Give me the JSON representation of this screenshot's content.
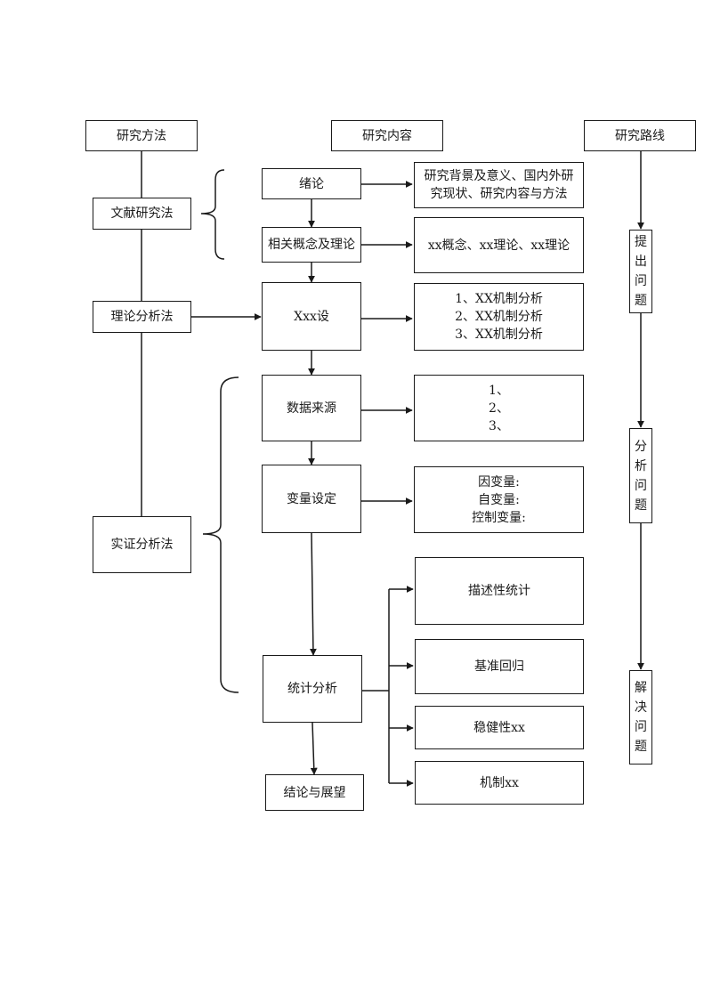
{
  "headers": {
    "methods": "研究方法",
    "content": "研究内容",
    "route": "研究路线"
  },
  "methods": {
    "literature": "文献研究法",
    "theory": "理论分析法",
    "empirical": "实证分析法"
  },
  "content": {
    "intro": "绪论",
    "concepts": "相关概念及理论",
    "hypothesis": "Xxx设",
    "data_source": "数据来源",
    "variables": "变量设定",
    "stats": "统计分析",
    "conclusion": "结论与展望"
  },
  "details": {
    "background": [
      "研究背景及意义、国内外研",
      "究现状、研究内容与方法"
    ],
    "theories": "xx概念、xx理论、xx理论",
    "mechanisms": [
      "1、XX机制分析",
      "2、XX机制分析",
      "3、XX机制分析"
    ],
    "sources": [
      "1、",
      "2、",
      "3、"
    ],
    "variables": [
      "因变量:",
      "自变量:",
      "控制变量:"
    ],
    "descriptive": "描述性统计",
    "baseline": "基准回归",
    "robustness": "稳健性xx",
    "mechanism": "机制xx"
  },
  "route": {
    "raise": [
      "提",
      "出",
      "问",
      "题"
    ],
    "analyze": [
      "分",
      "析",
      "问",
      "题"
    ],
    "solve": [
      "解",
      "决",
      "问",
      "题"
    ]
  }
}
